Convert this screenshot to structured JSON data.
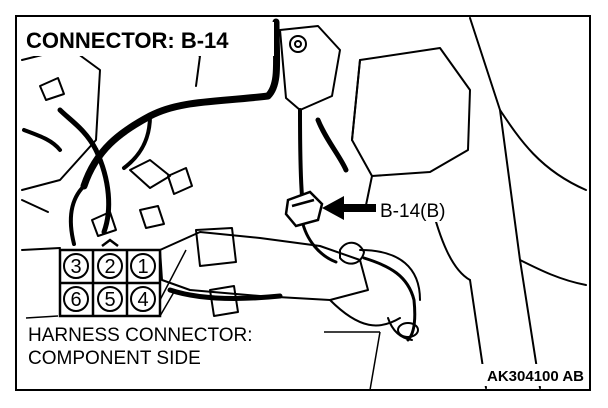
{
  "title": "CONNECTOR: B-14",
  "pointer_label": "B-14(B)",
  "harness_label": {
    "line1": "HARNESS CONNECTOR:",
    "line2": "COMPONENT SIDE"
  },
  "code": "AK304100 AB",
  "connector_pins": {
    "top_row": [
      "3",
      "2",
      "1"
    ],
    "bottom_row": [
      "6",
      "5",
      "4"
    ]
  },
  "colors": {
    "ink": "#000000",
    "background": "#ffffff"
  }
}
